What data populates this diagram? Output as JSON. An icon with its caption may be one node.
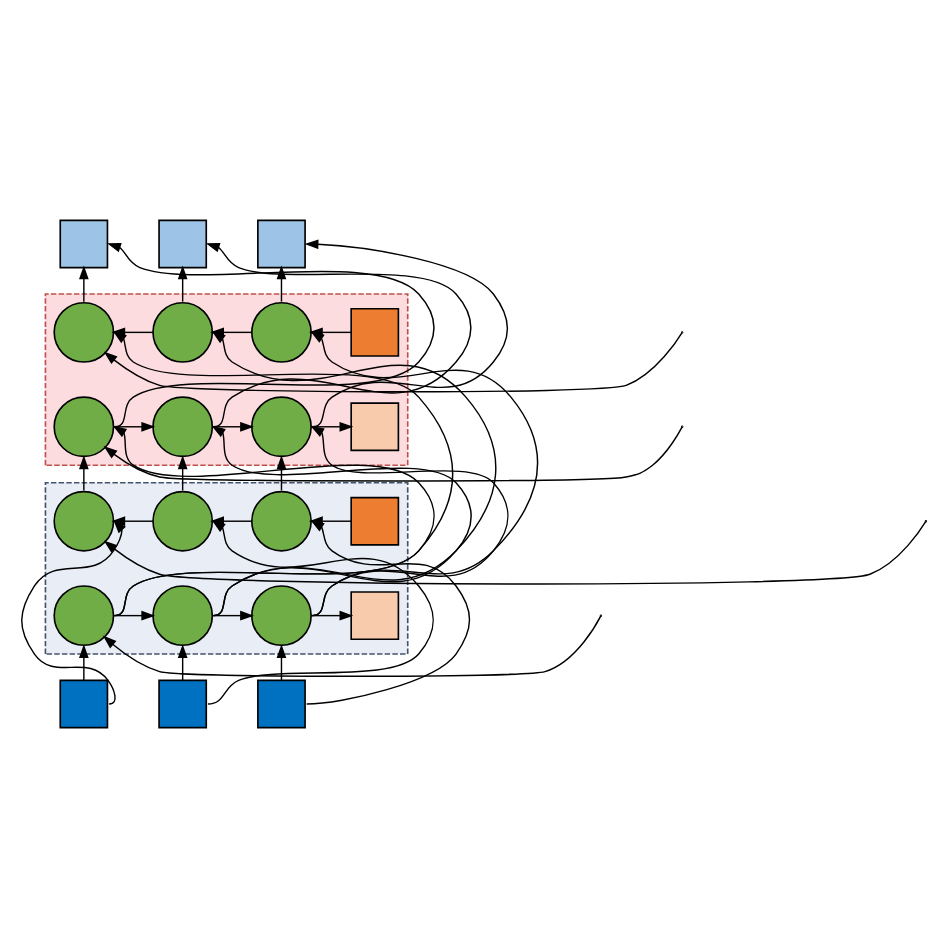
{
  "diagram": {
    "nodes": [
      {
        "text": [],
        "shape": "box"
      },
      {
        "text": [],
        "shape": "box"
      },
      {
        "text": [],
        "shape": "box"
      },
      {
        "text": [],
        "shape": "band"
      },
      {
        "text": [],
        "shape": "circle",
        "in": 3
      },
      {
        "text": [],
        "shape": "circle",
        "in": 3
      },
      {
        "text": [],
        "shape": "circle",
        "in": 3
      },
      {
        "text": [],
        "shape": "box",
        "in": 3
      },
      {
        "text": [],
        "shape": "circle",
        "in": 3
      },
      {
        "text": [],
        "shape": "circle",
        "in": 3
      },
      {
        "text": [],
        "shape": "circle",
        "in": 3
      },
      {
        "text": [],
        "shape": "box",
        "in": 3
      },
      {
        "text": [],
        "shape": "band"
      },
      {
        "text": [],
        "shape": "circle",
        "in": 12
      },
      {
        "text": [],
        "shape": "circle",
        "in": 12
      },
      {
        "text": [],
        "shape": "circle",
        "in": 12
      },
      {
        "text": [],
        "shape": "box",
        "in": 12
      },
      {
        "text": [],
        "shape": "circle",
        "in": 12
      },
      {
        "text": [],
        "shape": "circle",
        "in": 12
      },
      {
        "text": [],
        "shape": "circle",
        "in": 12
      },
      {
        "text": [],
        "shape": "box",
        "in": 12
      },
      {
        "text": [],
        "shape": "box"
      },
      {
        "text": [],
        "shape": "box"
      },
      {
        "text": [],
        "shape": "box"
      }
    ],
    "edges": [
      {
        "from": null,
        "to": 4,
        "arrow": "to"
      },
      {
        "from": 5,
        "to": 4,
        "arrow": "to"
      },
      {
        "from": 6,
        "to": 5,
        "arrow": "to"
      },
      {
        "from": 7,
        "to": 6,
        "arrow": "to"
      },
      {
        "from": null,
        "to": 8,
        "arrow": "to"
      },
      {
        "from": 8,
        "to": 9,
        "arrow": "to"
      },
      {
        "from": 9,
        "to": 10,
        "arrow": "to"
      },
      {
        "from": 10,
        "to": 11,
        "arrow": "to"
      },
      {
        "from": null,
        "to": 13,
        "arrow": "to"
      },
      {
        "from": 14,
        "to": 13,
        "arrow": "to"
      },
      {
        "from": 15,
        "to": 14,
        "arrow": "to"
      },
      {
        "from": 16,
        "to": 15,
        "arrow": "to"
      },
      {
        "from": null,
        "to": 17,
        "arrow": "to"
      },
      {
        "from": 17,
        "to": 18,
        "arrow": "to"
      },
      {
        "from": 18,
        "to": 19,
        "arrow": "to"
      },
      {
        "from": 19,
        "to": 20,
        "arrow": "to"
      },
      {
        "from": 4,
        "to": 0,
        "arrow": "to"
      },
      {
        "from": 8,
        "to": 0,
        "arrow": "to"
      },
      {
        "from": 5,
        "to": 1,
        "arrow": "to"
      },
      {
        "from": 9,
        "to": 1,
        "arrow": "to"
      },
      {
        "from": 6,
        "to": 2,
        "arrow": "to"
      },
      {
        "from": 10,
        "to": 2,
        "arrow": "to"
      },
      {
        "from": 13,
        "to": 8,
        "arrow": "to"
      },
      {
        "from": 17,
        "to": 8,
        "arrow": "to"
      },
      {
        "from": 17,
        "to": 4,
        "arrow": "to"
      },
      {
        "from": 14,
        "to": 9,
        "arrow": "to"
      },
      {
        "from": 18,
        "to": 9,
        "arrow": "to"
      },
      {
        "from": 18,
        "to": 5,
        "arrow": "to"
      },
      {
        "from": 15,
        "to": 10,
        "arrow": "to"
      },
      {
        "from": 19,
        "to": 10,
        "arrow": "to"
      },
      {
        "from": 19,
        "to": 6,
        "arrow": "to"
      },
      {
        "from": 21,
        "to": 17,
        "arrow": "to"
      },
      {
        "from": 21,
        "to": 13,
        "arrow": "to"
      },
      {
        "from": 22,
        "to": 18,
        "arrow": "to"
      },
      {
        "from": 22,
        "to": 14,
        "arrow": "to"
      },
      {
        "from": 23,
        "to": 19,
        "arrow": "to"
      },
      {
        "from": 23,
        "to": 15,
        "arrow": "to"
      }
    ]
  }
}
